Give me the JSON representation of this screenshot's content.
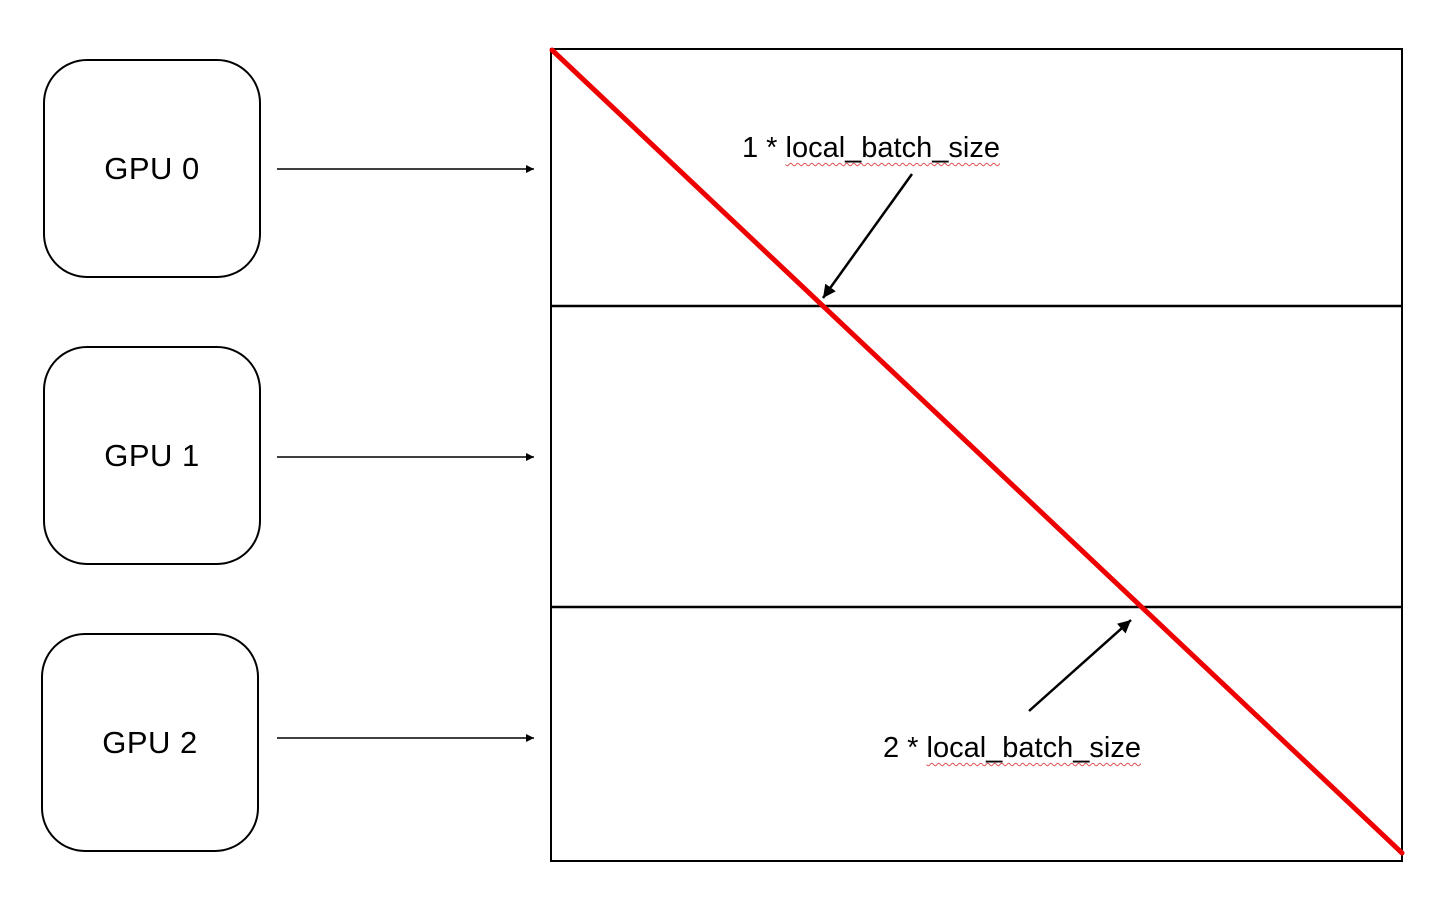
{
  "gpus": [
    {
      "label": "GPU 0"
    },
    {
      "label": "GPU 1"
    },
    {
      "label": "GPU 2"
    }
  ],
  "annotations": {
    "first": {
      "prefix": "1 * ",
      "variable": "local_batch_size"
    },
    "second": {
      "prefix": "2 * ",
      "variable": "local_batch_size"
    }
  },
  "colors": {
    "stroke": "#000000",
    "diagonal": "#ee0000",
    "spellcheck_underline": "#e05050"
  }
}
